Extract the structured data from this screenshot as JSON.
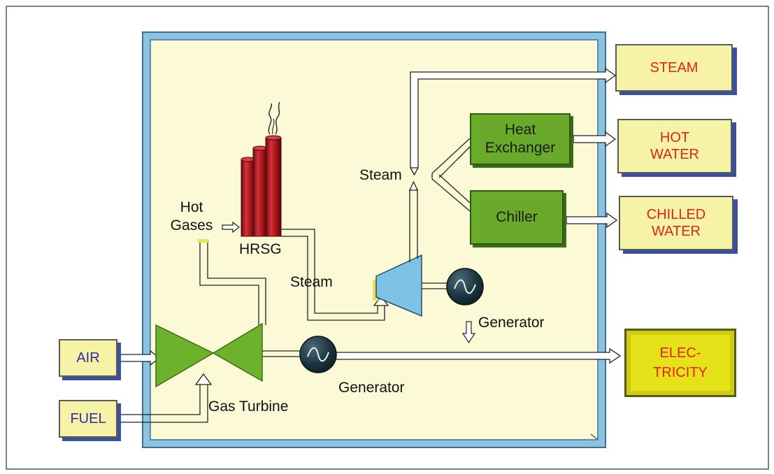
{
  "nodes": {
    "steam_output": "STEAM",
    "hot_water_output": [
      "HOT",
      "WATER"
    ],
    "chilled_water_output": [
      "CHILLED",
      "WATER"
    ],
    "electricity_output": [
      "ELEC-",
      "TRICITY"
    ],
    "air_input": "AIR",
    "fuel_input": "FUEL",
    "heat_exchanger": [
      "Heat",
      "Exchanger"
    ],
    "chiller": "Chiller",
    "hrsg": "HRSG",
    "gas_turbine": "Gas Turbine",
    "generator_top": "Generator",
    "generator_bottom": "Generator"
  },
  "labels": {
    "hot_gases": [
      "Hot",
      "Gases"
    ],
    "steam_hrsg": "Steam",
    "steam_upper": "Steam"
  },
  "colors": {
    "plant_background": "#fbf9d6",
    "plant_border": "#7fb6d6",
    "output_box": "#f7f3a6",
    "output_text": "#e4201b",
    "input_text": "#2a2fa0",
    "green_unit": "#6aaa2a",
    "turbine": "#6cb22c",
    "steam_turbine": "#7ec3e6",
    "electricity_box": "#e5e21a",
    "stack": "#b5171f"
  }
}
